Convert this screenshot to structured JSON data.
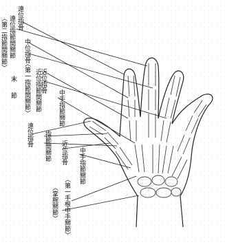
{
  "labels": {
    "distal_phalanx_top": "遠位指骨",
    "distal_interphalangeal_joint": "遠位指節間關節",
    "proximal_interphalangeal_joint_bracket": "〈第二指節間關節〉",
    "side_note_top": "末",
    "side_note_bottom": "節",
    "middle_phalanx": "中位指骨",
    "first_interphalangeal_joint_bracket": "〈第一指節間關節〉",
    "proximal_phalanx": "近位指骨",
    "proximal_interphalangeal_joint": "近位指節間關節",
    "metacarpophalangeal_joint": "中手指節關節",
    "thumb_distal_phalanx": "遠位指骨",
    "thumb_interphalangeal_joint": "指節間關節",
    "thumb_proximal_phalanx": "近位指骨",
    "thumb_metacarpophalangeal_joint": "中手指節關節",
    "first_carpometacarpal_bracket": "〈第一手根中手關節〉",
    "wrist_joint_bracket": "〈掌腕關節〉"
  }
}
